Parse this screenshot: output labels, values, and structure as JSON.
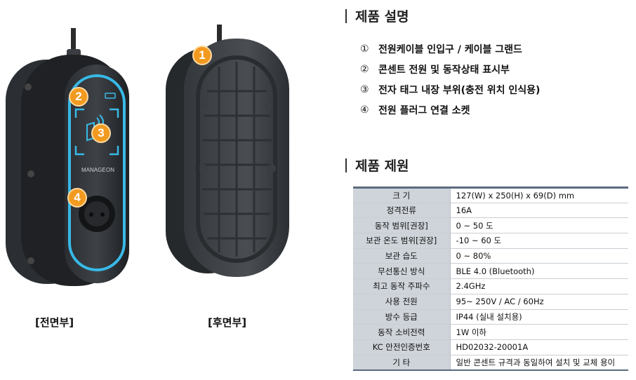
{
  "figure": {
    "front_caption": "[전면부]",
    "back_caption": "[후면부]",
    "brand": "MANAGE ON",
    "callouts": [
      "1",
      "2",
      "3",
      "4"
    ]
  },
  "description": {
    "title": "제품 설명",
    "items": [
      {
        "num": "①",
        "text": "전원케이블 인입구 / 케이블 그랜드"
      },
      {
        "num": "②",
        "text": "콘센트 전원 및 동작상태 표시부"
      },
      {
        "num": "③",
        "text": "전자 태그 내장 부위(충전 위치 인식용)"
      },
      {
        "num": "④",
        "text": "전원 플러그 연결 소켓"
      }
    ]
  },
  "specs": {
    "title": "제품 제원",
    "rows": [
      {
        "key": "크 기",
        "value": "127(W) x 250(H) x 69(D) mm"
      },
      {
        "key": "정격전류",
        "value": "16A"
      },
      {
        "key": "동작 범위[권장]",
        "value": "0 ~ 50 도"
      },
      {
        "key": "보관 온도 범위[권장]",
        "value": "-10 ~ 60 도"
      },
      {
        "key": "보관 습도",
        "value": "0 ~ 80%"
      },
      {
        "key": "무선통신 방식",
        "value": "BLE 4.0 (Bluetooth)"
      },
      {
        "key": "최고 동작 주파수",
        "value": "2.4GHz"
      },
      {
        "key": "사용 전원",
        "value": "95~ 250V / AC / 60Hz"
      },
      {
        "key": "방수 등급",
        "value": "IP44 (실내 설치용)"
      },
      {
        "key": "동작 소비전력",
        "value": "1W 이하"
      },
      {
        "key": "KC 안전인증번호",
        "value": "HD02032-20001A"
      },
      {
        "key": "기 타",
        "value": "일반 콘센트 규격과 동일하여 설치 및 교체 용이"
      }
    ]
  }
}
